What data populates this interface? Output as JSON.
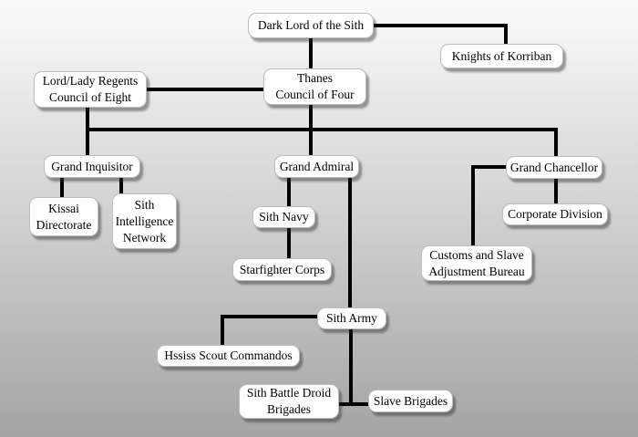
{
  "colors": {
    "background_top": "#fbfbfb",
    "background_bottom": "#a4a4a4",
    "node_fill": "#ffffff",
    "node_border": "#bdbdbd",
    "connector_line": "#000000",
    "text": "#000000"
  },
  "diagram": {
    "type": "org-chart",
    "nodes": [
      {
        "id": "dark-lord-of-the-sith",
        "label": "Dark Lord of the Sith"
      },
      {
        "id": "knights-of-korriban",
        "label": "Knights of Korriban"
      },
      {
        "id": "thanes-council-of-four",
        "label": "Thanes\nCouncil of Four"
      },
      {
        "id": "lord-lady-regents-council-of-eight",
        "label": "Lord/Lady Regents\nCouncil of Eight"
      },
      {
        "id": "grand-inquisitor",
        "label": "Grand Inquisitor"
      },
      {
        "id": "kissai-directorate",
        "label": "Kissai\nDirectorate"
      },
      {
        "id": "sith-intelligence-network",
        "label": "Sith\nIntelligence\nNetwork"
      },
      {
        "id": "grand-admiral",
        "label": "Grand Admiral"
      },
      {
        "id": "sith-navy",
        "label": "Sith Navy"
      },
      {
        "id": "starfighter-corps",
        "label": "Starfighter Corps"
      },
      {
        "id": "grand-chancellor",
        "label": "Grand Chancellor"
      },
      {
        "id": "corporate-division",
        "label": "Corporate Division"
      },
      {
        "id": "customs-and-slave-adjustment-bureau",
        "label": "Customs and Slave\nAdjustment Bureau"
      },
      {
        "id": "sith-army",
        "label": "Sith Army"
      },
      {
        "id": "hssiss-scout-commandos",
        "label": "Hssiss Scout Commandos"
      },
      {
        "id": "sith-battle-droid-brigades",
        "label": "Sith Battle Droid\nBrigades"
      },
      {
        "id": "slave-brigades",
        "label": "Slave Brigades"
      }
    ],
    "edges": [
      {
        "from": "dark-lord-of-the-sith",
        "to": "knights-of-korriban"
      },
      {
        "from": "dark-lord-of-the-sith",
        "to": "thanes-council-of-four"
      },
      {
        "from": "thanes-council-of-four",
        "to": "lord-lady-regents-council-of-eight"
      },
      {
        "from": "lord-lady-regents-council-of-eight",
        "to": "grand-inquisitor"
      },
      {
        "from": "thanes-council-of-four",
        "to": "grand-admiral"
      },
      {
        "from": "thanes-council-of-four",
        "to": "grand-chancellor"
      },
      {
        "from": "grand-inquisitor",
        "to": "kissai-directorate"
      },
      {
        "from": "grand-inquisitor",
        "to": "sith-intelligence-network"
      },
      {
        "from": "grand-admiral",
        "to": "sith-navy"
      },
      {
        "from": "sith-navy",
        "to": "starfighter-corps"
      },
      {
        "from": "grand-admiral",
        "to": "sith-army"
      },
      {
        "from": "grand-chancellor",
        "to": "corporate-division"
      },
      {
        "from": "grand-chancellor",
        "to": "customs-and-slave-adjustment-bureau"
      },
      {
        "from": "sith-army",
        "to": "hssiss-scout-commandos"
      },
      {
        "from": "sith-army",
        "to": "sith-battle-droid-brigades"
      },
      {
        "from": "sith-army",
        "to": "slave-brigades"
      }
    ]
  }
}
